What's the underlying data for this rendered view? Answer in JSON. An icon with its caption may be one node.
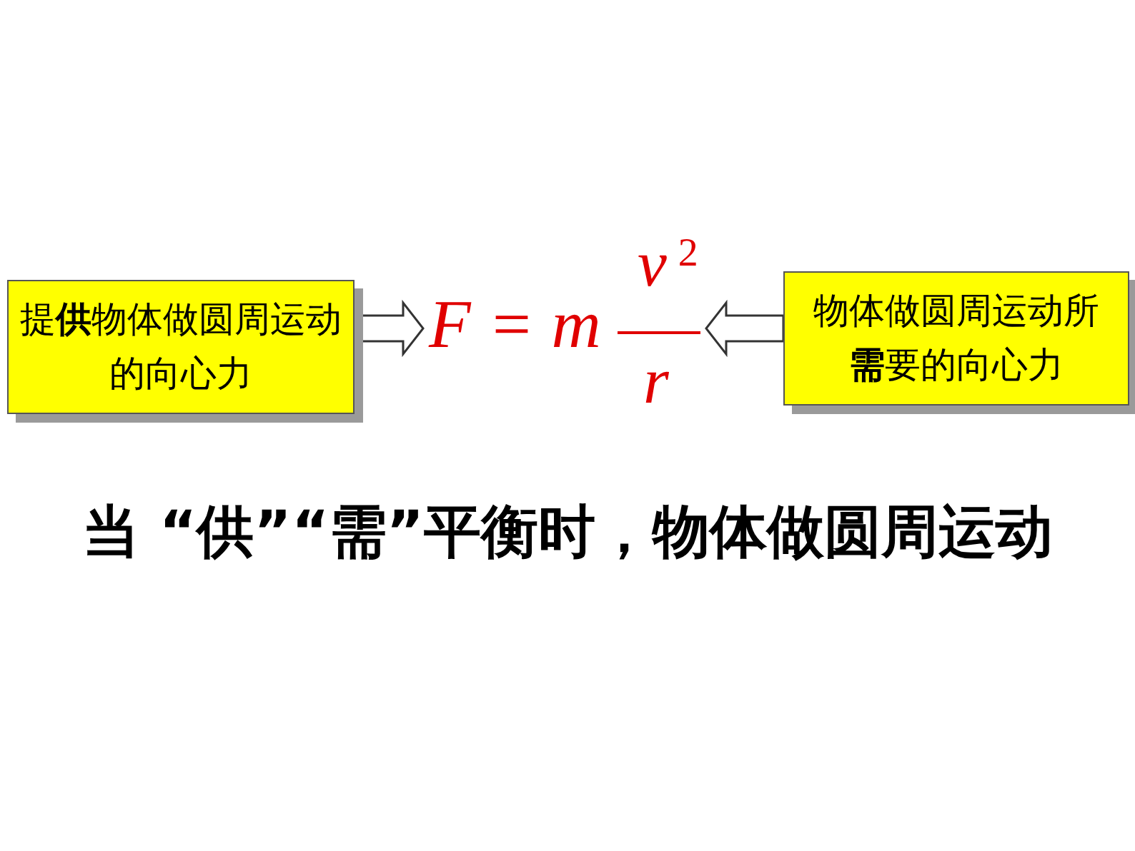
{
  "diagram": {
    "nodes": [
      {
        "text": [
          "提**供**物体做圆周运动的向心力"
        ]
      },
      {
        "text": [
          "F = m",
          "v$^{2}$",
          "r"
        ]
      },
      {
        "text": [
          "物体做圆周运动所**需**要的向心力"
        ]
      }
    ],
    "edges": [
      {
        "from": 0,
        "to": 1,
        "arrow": "to"
      },
      {
        "from": 2,
        "to": 1,
        "arrow": "to"
      }
    ],
    "labels": [
      "当 **“供”“需”平衡**时，物体做圆周运动"
    ]
  }
}
